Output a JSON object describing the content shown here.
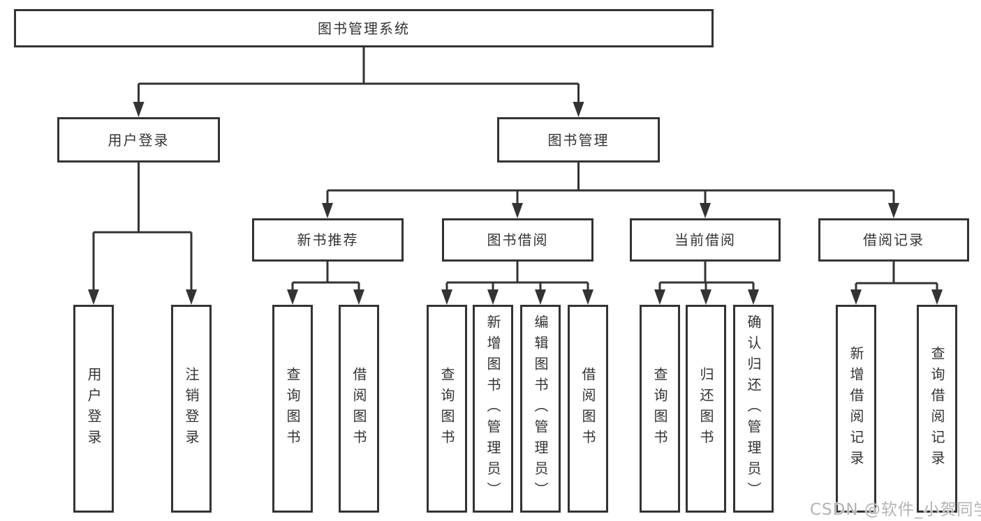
{
  "colors": {
    "line": "#333333",
    "text": "#333333",
    "box_background": "#ffffff",
    "page_background": "#ffffff",
    "watermark": "#b3b3b3"
  },
  "tree": {
    "root": {
      "label": "图书管理系统"
    },
    "branches": [
      {
        "label": "用户登录",
        "children": [
          {
            "label": "用户登录"
          },
          {
            "label": "注销登录"
          }
        ]
      },
      {
        "label": "图书管理",
        "children": [
          {
            "label": "新书推荐",
            "children": [
              {
                "label": "查询图书"
              },
              {
                "label": "借阅图书"
              }
            ]
          },
          {
            "label": "图书借阅",
            "children": [
              {
                "label": "查询图书"
              },
              {
                "label": "新增图书（管理员）"
              },
              {
                "label": "编辑图书（管理员）"
              },
              {
                "label": "借阅图书"
              }
            ]
          },
          {
            "label": "当前借阅",
            "children": [
              {
                "label": "查询图书"
              },
              {
                "label": "归还图书"
              },
              {
                "label": "确认归还（管理员）"
              }
            ]
          },
          {
            "label": "借阅记录",
            "children": [
              {
                "label": "新增借阅记录"
              },
              {
                "label": "查询借阅记录"
              }
            ]
          }
        ]
      }
    ]
  },
  "watermark": {
    "text": "CSDN @软件_小贺同学"
  }
}
